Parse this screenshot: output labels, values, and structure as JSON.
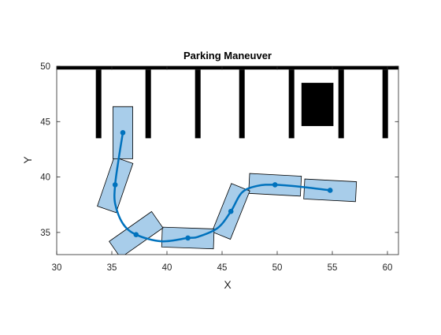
{
  "chart_data": {
    "type": "scatter",
    "title": "Parking Maneuver",
    "xlabel": "X",
    "ylabel": "Y",
    "xlim": [
      30,
      61
    ],
    "ylim": [
      33,
      50
    ],
    "xticks": [
      30,
      35,
      40,
      45,
      50,
      55,
      60
    ],
    "yticks": [
      35,
      40,
      45,
      50
    ],
    "grid": false,
    "colors": {
      "path": "#0072BD",
      "vehicle_fill": "#A8CDEA",
      "vehicle_edge": "#000000",
      "obstacle": "#000000"
    },
    "obstacles": {
      "wall": {
        "x": [
          30,
          61
        ],
        "y": [
          49.7,
          50.1
        ]
      },
      "dividers": [
        {
          "x": 33.8,
          "y": [
            43.5,
            49.7
          ]
        },
        {
          "x": 38.3,
          "y": [
            43.5,
            49.7
          ]
        },
        {
          "x": 42.8,
          "y": [
            43.5,
            49.7
          ]
        },
        {
          "x": 46.8,
          "y": [
            43.5,
            49.7
          ]
        },
        {
          "x": 51.3,
          "y": [
            43.5,
            49.7
          ]
        },
        {
          "x": 55.8,
          "y": [
            43.5,
            49.7
          ]
        },
        {
          "x": 59.8,
          "y": [
            43.5,
            49.7
          ]
        }
      ],
      "parked_block": {
        "x": [
          52.2,
          55.1
        ],
        "y": [
          44.6,
          48.5
        ]
      }
    },
    "path": [
      [
        54.8,
        38.8
      ],
      [
        52.3,
        39.1
      ],
      [
        49.8,
        39.3
      ],
      [
        48.2,
        39.2
      ],
      [
        46.8,
        38.6
      ],
      [
        45.8,
        36.9
      ],
      [
        44.6,
        35.4
      ],
      [
        42.8,
        34.6
      ],
      [
        41.9,
        34.5
      ],
      [
        39.5,
        34.2
      ],
      [
        37.2,
        34.8
      ],
      [
        36.0,
        35.8
      ],
      [
        35.3,
        37.6
      ],
      [
        35.3,
        39.3
      ],
      [
        35.6,
        41.5
      ],
      [
        36.0,
        44.0
      ]
    ],
    "waypoints": [
      {
        "x": 54.8,
        "y": 38.8,
        "heading": -3
      },
      {
        "x": 49.8,
        "y": 39.3,
        "heading": -3
      },
      {
        "x": 45.8,
        "y": 36.9,
        "heading": -112
      },
      {
        "x": 41.9,
        "y": 34.5,
        "heading": -2
      },
      {
        "x": 37.2,
        "y": 34.8,
        "heading": -145
      },
      {
        "x": 35.3,
        "y": 39.3,
        "heading": 71
      },
      {
        "x": 36.0,
        "y": 44.0,
        "heading": 90
      }
    ],
    "vehicle": {
      "length": 4.7,
      "width": 1.8,
      "rear_overhang": 0.0
    }
  }
}
